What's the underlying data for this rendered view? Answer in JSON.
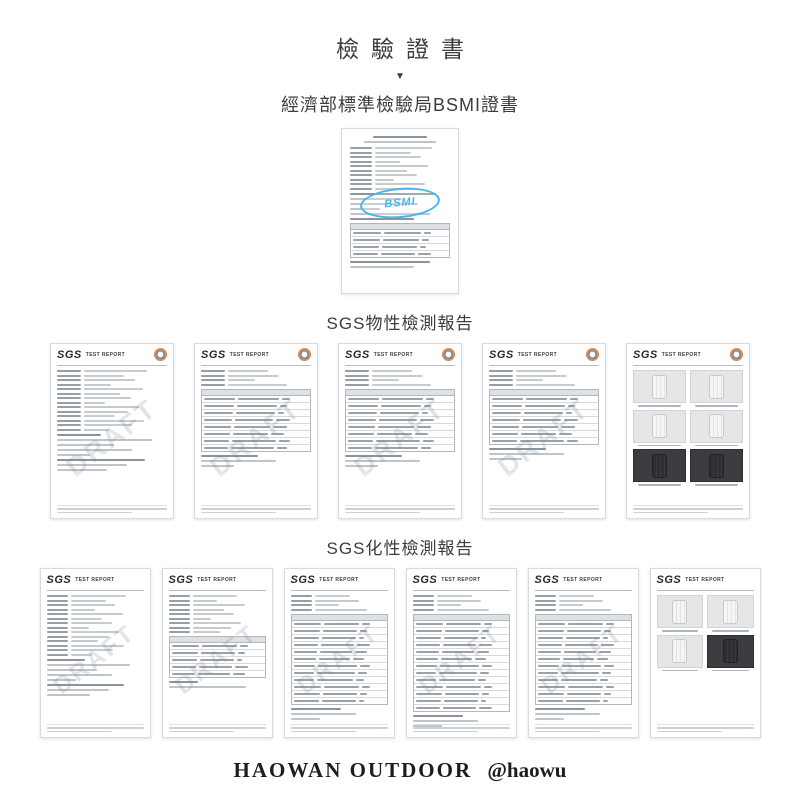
{
  "page": {
    "title": "檢驗證書",
    "arrow": "▼",
    "footer_brand": "HAOWAN OUTDOOR",
    "footer_handle": "@haowu"
  },
  "bsmi": {
    "heading": "經濟部標準檢驗局BSMI證書",
    "logo_text": "BSMI",
    "logo_color": "#45b6e6"
  },
  "sgs": {
    "logo": "SGS",
    "report_label": "TEST REPORT",
    "watermark": "DRAFT",
    "seal_outer_color": "#e08a3c",
    "seal_inner_color": "#4a86c8"
  },
  "sections": [
    {
      "heading": "SGS物性檢測報告",
      "docs": [
        {
          "variant": "form",
          "seal": true,
          "watermark": true
        },
        {
          "variant": "table",
          "rows": 8,
          "seal": true,
          "watermark": true
        },
        {
          "variant": "table",
          "rows": 8,
          "seal": true,
          "watermark": true
        },
        {
          "variant": "table",
          "rows": 7,
          "seal": true,
          "watermark": true
        },
        {
          "variant": "photos",
          "seal": true,
          "watermark": false,
          "cells": [
            "light",
            "light",
            "light",
            "light",
            "dark",
            "dark"
          ]
        }
      ]
    },
    {
      "heading": "SGS化性檢測報告",
      "docs": [
        {
          "variant": "form",
          "seal": false,
          "watermark": true
        },
        {
          "variant": "form-table",
          "rows": 5,
          "seal": false,
          "watermark": true
        },
        {
          "variant": "table",
          "rows": 12,
          "seal": false,
          "watermark": true
        },
        {
          "variant": "table",
          "rows": 13,
          "seal": false,
          "watermark": true
        },
        {
          "variant": "table",
          "rows": 12,
          "seal": false,
          "watermark": true
        },
        {
          "variant": "photos",
          "seal": false,
          "watermark": false,
          "cells": [
            "light",
            "light",
            "light",
            "dark"
          ]
        }
      ]
    }
  ]
}
